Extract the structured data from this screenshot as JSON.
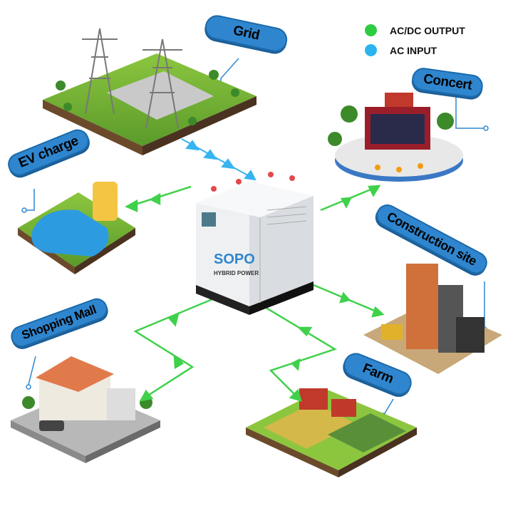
{
  "labels": {
    "grid": "Grid",
    "concert": "Concert",
    "ev_charge": "EV charge",
    "construction": "Construction site",
    "mall": "Shopping Mall",
    "farm": "Farm"
  },
  "legend": [
    {
      "label": "AC/DC OUTPUT",
      "color": "#2ecc40"
    },
    {
      "label": "AC INPUT",
      "color": "#2bb4f0"
    }
  ],
  "unit": {
    "brand": "SOPO",
    "product_line": "HYBRID POWER"
  },
  "colors": {
    "output_arrow": "#3fd14a",
    "input_arrow": "#37b4f0",
    "tag_fill": "#2f86cf"
  }
}
